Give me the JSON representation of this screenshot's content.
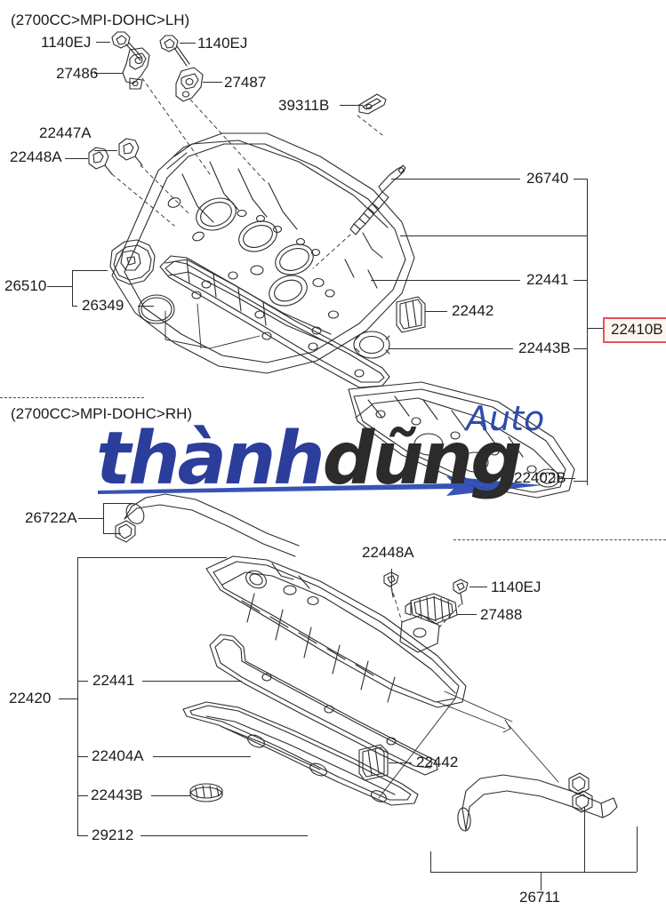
{
  "diagram": {
    "title_lh": "(2700CC>MPI-DOHC>LH)",
    "title_rh": "(2700CC>MPI-DOHC>RH)",
    "highlight_color": "#e8505b",
    "highlight_part": "22410B",
    "watermark": {
      "word1": "thành",
      "word2": "dũng",
      "tagline": "Auto",
      "color_primary": "#2c3e9b",
      "color_secondary": "#2b2b2b"
    },
    "labels": {
      "l_1140ej_a": "1140EJ",
      "l_1140ej_b": "1140EJ",
      "l_27486": "27486",
      "l_27487": "27487",
      "l_39311b": "39311B",
      "l_22447a": "22447A",
      "l_22448a": "22448A",
      "l_26510": "26510",
      "l_26349": "26349",
      "l_26740": "26740",
      "l_22441_top": "22441",
      "l_22442_top": "22442",
      "l_22443b_top": "22443B",
      "l_22402b": "22402B",
      "l_22410b": "22410B",
      "l_26722a": "26722A",
      "l_22448a_bot": "22448A",
      "l_1140ej_bot": "1140EJ",
      "l_27488": "27488",
      "l_22420": "22420",
      "l_22441_bot": "22441",
      "l_22404a": "22404A",
      "l_22443b_bot": "22443B",
      "l_29212": "29212",
      "l_22442_bot": "22442",
      "l_26711": "26711"
    }
  }
}
